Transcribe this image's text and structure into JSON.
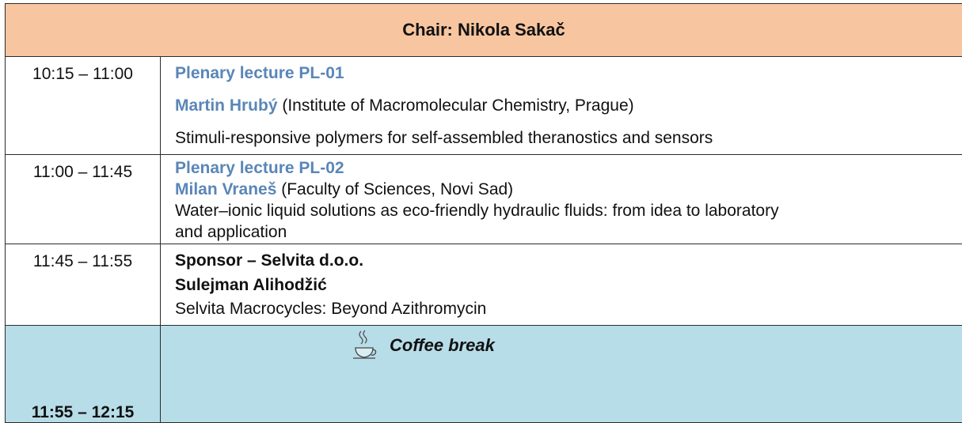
{
  "chair": "Chair: Nikola Sakač",
  "sessions": [
    {
      "time": "10:15 – 11:00",
      "title": "Plenary lecture PL-01",
      "speaker": "Martin Hrubý",
      "affiliation": " (Institute of Macromolecular Chemistry, Prague)",
      "talk": "Stimuli-responsive polymers for self-assembled theranostics and sensors"
    },
    {
      "time": "11:00 – 11:45",
      "title": "Plenary lecture PL-02",
      "speaker": "Milan Vraneš",
      "affiliation": " (Faculty of Sciences, Novi Sad)",
      "talk_line1": "Water–ionic liquid solutions as eco-friendly hydraulic fluids: from idea to laboratory",
      "talk_line2": "and application"
    },
    {
      "time": "11:45 – 11:55",
      "title": "Sponsor – Selvita d.o.o.",
      "speaker": "Sulejman Alihodžić",
      "talk": "Selvita Macrocycles: Beyond Azithromycin"
    }
  ],
  "break": {
    "time": "11:55 – 12:15",
    "label": "Coffee break",
    "icon": "coffee-cup-icon"
  },
  "colors": {
    "chair_bg": "#f7c6a0",
    "break_bg": "#b7dde8",
    "accent_blue": "#5a86b8"
  }
}
